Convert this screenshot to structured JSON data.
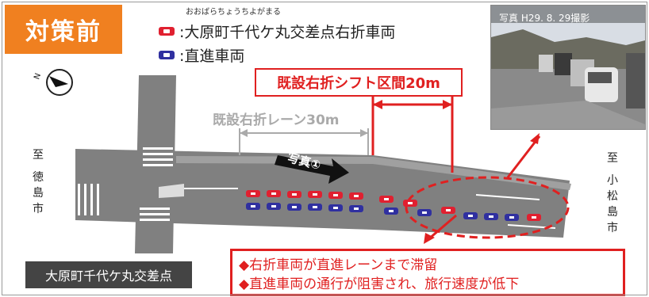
{
  "badge": "対策前",
  "legend": {
    "ruby": "おおばらちょうちよがまる",
    "right_turn": ":大原町千代ケ丸交差点右折車両",
    "straight": ":直進車両",
    "right_turn_color": "#e02030",
    "straight_color": "#3030a0"
  },
  "shift_section": "既設右折シフト区間20m",
  "existing_lane": "既設右折レーン30m",
  "photo_marker": "写真①",
  "left_side": [
    "至",
    "徳",
    "島",
    "市"
  ],
  "right_side": [
    "至",
    "小",
    "松",
    "島",
    "市"
  ],
  "photo": {
    "caption": "写真 H29. 8. 29撮影"
  },
  "intersection_name": "大原町千代ケ丸交差点",
  "notes": [
    "◆右折車両が直進レーンまで滞留",
    "◆直進車両の通行が阻害され、旅行速度が低下"
  ],
  "compass_icon": "north-arrow-icon"
}
